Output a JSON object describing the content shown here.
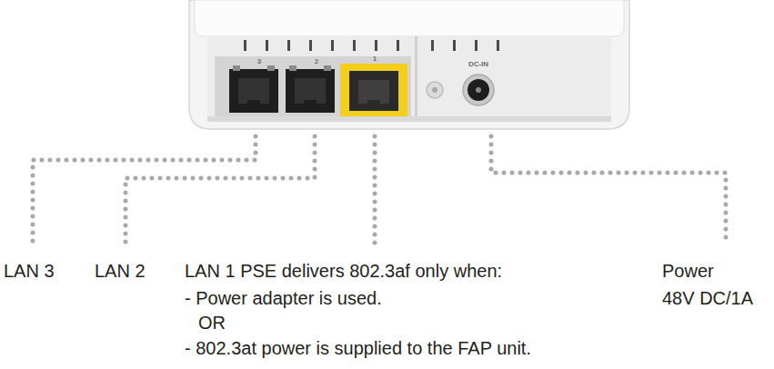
{
  "diagram": {
    "labels": [
      "3",
      "2",
      "1",
      "DC-IN",
      "LAN 3",
      "LAN 2",
      "LAN 1 PSE delivers 802.3af only when:",
      "- Power adapter is used.",
      "OR",
      "- 802.3at power is supplied to the FAP unit.",
      "Power",
      "48V DC/1A"
    ]
  }
}
